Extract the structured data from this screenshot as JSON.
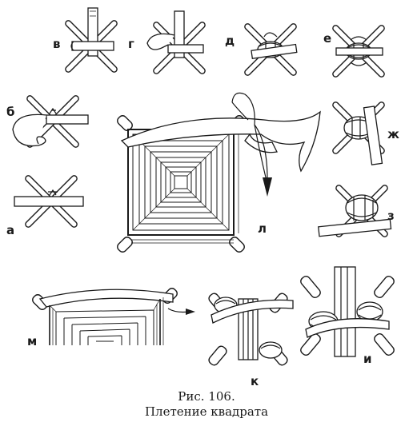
{
  "figure": {
    "labels": {
      "a": "а",
      "b": "б",
      "v": "в",
      "g": "г",
      "d": "д",
      "e": "е",
      "zh": "ж",
      "z": "з",
      "i": "и",
      "k": "к",
      "l": "л",
      "m": "м"
    },
    "caption": {
      "number": "Рис. 106.",
      "title": "Плетение квадрата"
    }
  }
}
